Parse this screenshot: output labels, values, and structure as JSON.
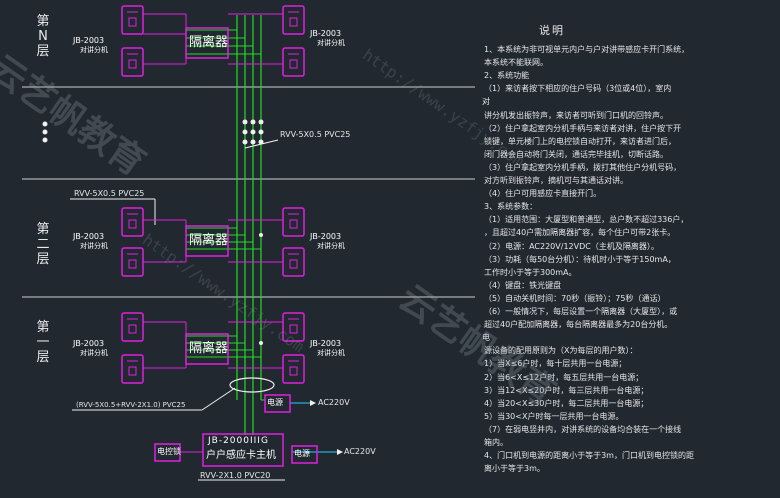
{
  "floors": {
    "n": "第\nN\n层",
    "two": "第\n二\n层",
    "one": "第\n一\n层"
  },
  "unit_model": "JB-2003",
  "unit_name": "对讲分机",
  "isolator": "隔离器",
  "cable_main": "RVV-5X0.5  PVC25",
  "cable_branch": "RVV-5X0.5  PVC25",
  "cable_bottom": "(RVV-5X0.5+RVV-2X1.0)  PVC25",
  "cable_lock": "RVV-2X1.0  PVC20",
  "power": "电源",
  "ac": "AC220V",
  "host_line1": "JB-2000IIIG",
  "host_line2": "户户感应卡主机",
  "lock": "电控锁",
  "notes": {
    "title": "说明",
    "lines": [
      "1、本系统为非可视单元内户与户对讲带感应卡开门系统，",
      "   本系统不能联网。",
      "2、系统功能",
      "   （1）来访者按下相应的住户号码（3位或4位），室内",
      "对",
      "   讲分机发出振铃声，来访者可听到门口机的回铃声。",
      "   （2）住户拿起室内分机手柄与来访者对讲，住户按下开",
      "   锁键，单元楼门上的电控锁自动打开，来访者进门后，",
      "   闭门器会自动将门关闭，通话完毕挂机，切断话路。",
      "   （3）住户拿起室内分机手柄，拨打其他住户分机号码，",
      "   对方听到振铃声，摘机可与其通话对讲。",
      "   （4）住户可用感应卡直接开门。",
      "3、系统参数：",
      "   （1）适用范围：大厦型和普通型，总户数不超过336户，",
      "   ，且超过40户需加隔离器扩容，每个住户可带2张卡。",
      "   （2）电源：AC220V/12VDC（主机及隔离器）。",
      "   （3）功耗（每50台分机）：待机时小于等于150mA，",
      "   工作时小于等于300mA。",
      "   （4）键盘：铁光键盘",
      "   （5）自动关机时间：70秒（振铃）；75秒（通话）",
      "   （6）一般情况下，每层设置一个隔离器（大厦型），或",
      "   超过40户配加隔离器，每台隔离器最多为20台分机。",
      "电",
      "   源设备的配用原则为（X为每层的用户数）：",
      "   1）当X≤6户时，每十层共用一台电源；",
      "   2）当6<X≤12户时，每五层共用一台电源；",
      "   3）当12<X≤20户时，每三层共用一台电源；",
      "   4）当20<X≤30户时，每二层共用一台电源；",
      "   5）当30<X户时每一层共用一台电源。",
      "   （7）在弱电竖井内，对讲系统的设备均合装在一个接线",
      "   箱内。",
      "4、门口机到电源的距离小于等于3m，门口机到电控锁的距",
      "   离小于等于3m。"
    ]
  },
  "watermark_brand": "云艺帆教育",
  "watermark_url": "http://www.yzfjy.com",
  "colors": {
    "bg": "#212830",
    "magenta": "#e020e0",
    "green": "#22dd22",
    "white": "#f0f0f0",
    "cyan": "#20d0ff"
  }
}
